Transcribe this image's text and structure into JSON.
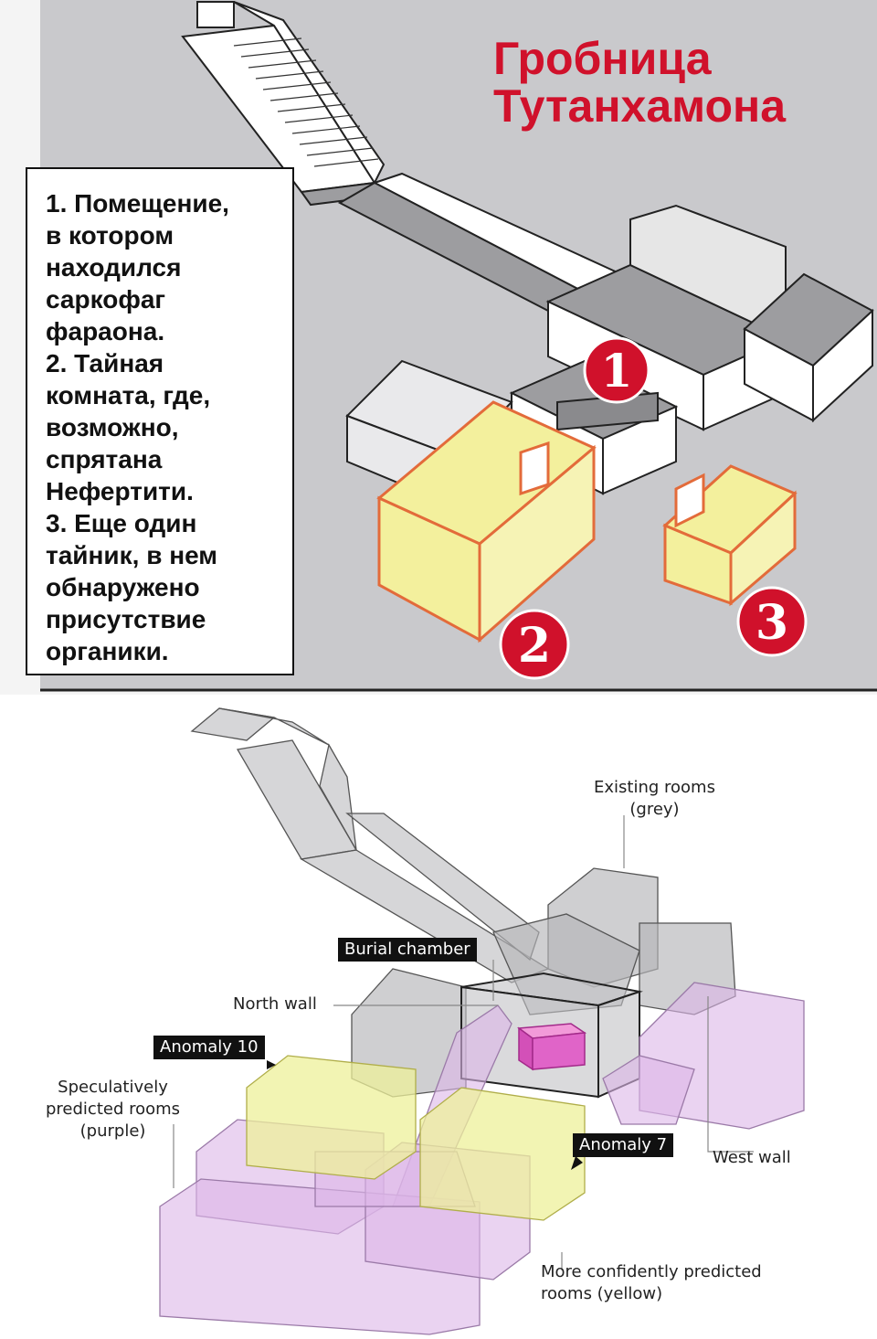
{
  "top_panel": {
    "title_line1": "Гробница",
    "title_line2": "Тутанхамона",
    "legend": [
      "1. Помещение,\nв котором\nнаходился\nсаркофаг\nфараона.",
      "2. Тайная\nкомната, где,\nвозможно,\nспрятана\nНефертити.",
      "3. Еще один\nтайник, в нем\nобнаружено\nприсутствие\nорганики."
    ],
    "markers": [
      "1",
      "2",
      "3"
    ],
    "colors": {
      "background": "#c9c9cc",
      "accent_red": "#d0112b",
      "hidden_room_fill": "#f3f09d",
      "hidden_room_edge": "#e36b3a"
    }
  },
  "bottom_panel": {
    "labels": {
      "existing_rooms": "Existing rooms\n(grey)",
      "burial_chamber": "Burial chamber",
      "north_wall": "North wall",
      "anomaly_10": "Anomaly 10",
      "speculative": "Speculatively\npredicted rooms\n(purple)",
      "anomaly_7": "Anomaly 7",
      "west_wall": "West wall",
      "confident": "More confidently predicted\nrooms (yellow)"
    },
    "colors": {
      "existing": "#b5b5b8",
      "speculative": "#dcb6e8",
      "confident": "#eef09a",
      "sarcophagus": "#e064c8"
    }
  }
}
